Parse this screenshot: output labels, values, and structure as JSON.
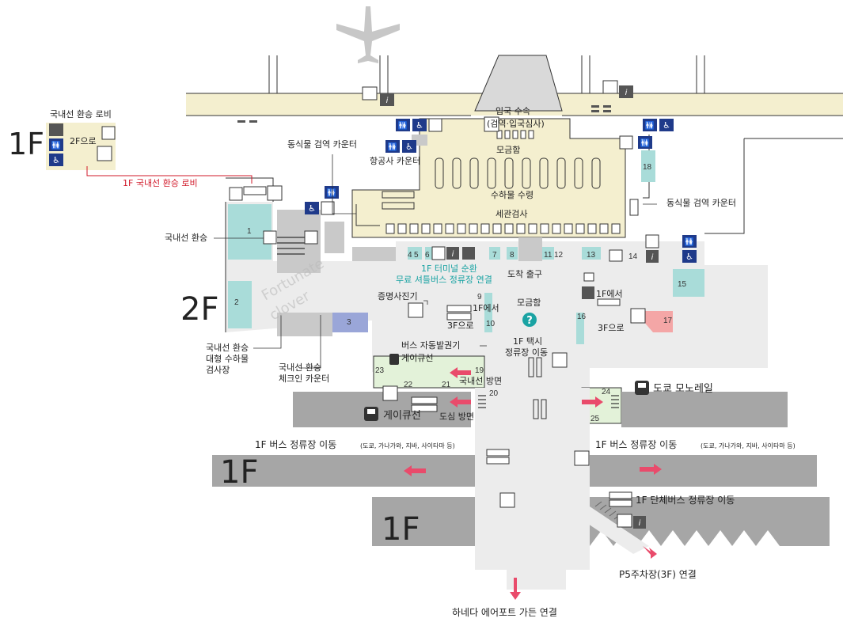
{
  "floors": {
    "left_1f": "1F",
    "level_2f": "2F",
    "bus_1f": "1F",
    "bottom_1f": "1F"
  },
  "labels": {
    "domestic_transfer_lobby": "국내선 환승 로비",
    "from_2f": "2F으로",
    "domestic_lobby_red": "1F 국내선 환승 로비",
    "animal_quarantine_left": "동식물 검역 카운터",
    "immigration": "입국 수속",
    "immigration_sub": "(검역·입국심사)",
    "collection_box_top": "모금함",
    "airline_counter": "항공사 카운터",
    "baggage_claim": "수하물 수령",
    "customs": "세관검사",
    "animal_quarantine_right": "동식물 검역 카운터",
    "domestic_transfer": "국내선 환승",
    "arrival_exit": "도착 출구",
    "shuttle_line1": "1F 터미널 순환",
    "shuttle_line2": "무료 셔틀버스 정류장 연결",
    "photo_booth": "증명사진기",
    "from_1f_left": "1F에서",
    "to_3f_left": "3F으로",
    "collection_box_mid": "모금함",
    "from_1f_right": "1F에서",
    "to_3f_right": "3F으로",
    "bus_ticket_machine": "버스 자동발권기",
    "taxi_line1": "1F 택시",
    "taxi_line2": "정류장 이동",
    "domestic_baggage_1": "국내선 환승",
    "domestic_baggage_2": "대형 수하물",
    "domestic_baggage_3": "검사장",
    "domestic_checkin_1": "국내선 환승",
    "domestic_checkin_2": "체크인 카운터",
    "keikyu_small": "게이큐선",
    "domestic_direction": "국내선 방면",
    "keikyu_big": "게이큐선",
    "city_direction": "도심 방면",
    "tokyo_monorail": "도쿄 모노레일",
    "bus_left": "1F 버스 정류장 이동",
    "bus_left_sub": "(도쿄, 가나가와, 지바, 사이타마 등)",
    "bus_right": "1F 버스 정류장 이동",
    "bus_right_sub": "(도쿄, 가나가와, 지바, 사이타마 등)",
    "group_bus": "1F 단체버스 정류장 이동",
    "p5_parking": "P5주차장(3F) 연결",
    "haneda_garden": "하네다 에어포트 가든 연결",
    "watermark_1": "Fortunate",
    "watermark_2": "clover"
  },
  "numbers": [
    "1",
    "2",
    "3",
    "4",
    "5",
    "6",
    "7",
    "8",
    "9",
    "10",
    "11",
    "12",
    "13",
    "14",
    "15",
    "16",
    "17",
    "18",
    "19",
    "20",
    "21",
    "22",
    "23",
    "24",
    "25"
  ],
  "colors": {
    "restricted_zone": "#f4efcf",
    "teal": "#a9dcd9",
    "grey_area": "#c9c9c9",
    "dark_band": "#a6a6a6",
    "corridor": "#ececec",
    "icon_blue": "#1f3a8a",
    "red_arrow": "#e94b6b",
    "red_text": "#d11a2a",
    "purple": "#9aa6d8",
    "pink": "#f4a6a6",
    "green_light": "#e3f2d9",
    "teal_text": "#1aa3a3"
  },
  "icons": [
    "airplane-icon",
    "aed-icon",
    "info-icon",
    "toilet-icon",
    "wheelchair-icon",
    "baby-icon",
    "smoking-icon",
    "elevator-icon",
    "escalator-icon",
    "phone-icon",
    "computer-icon",
    "question-icon",
    "train-icon",
    "monorail-icon",
    "moving-walkway-icon"
  ]
}
